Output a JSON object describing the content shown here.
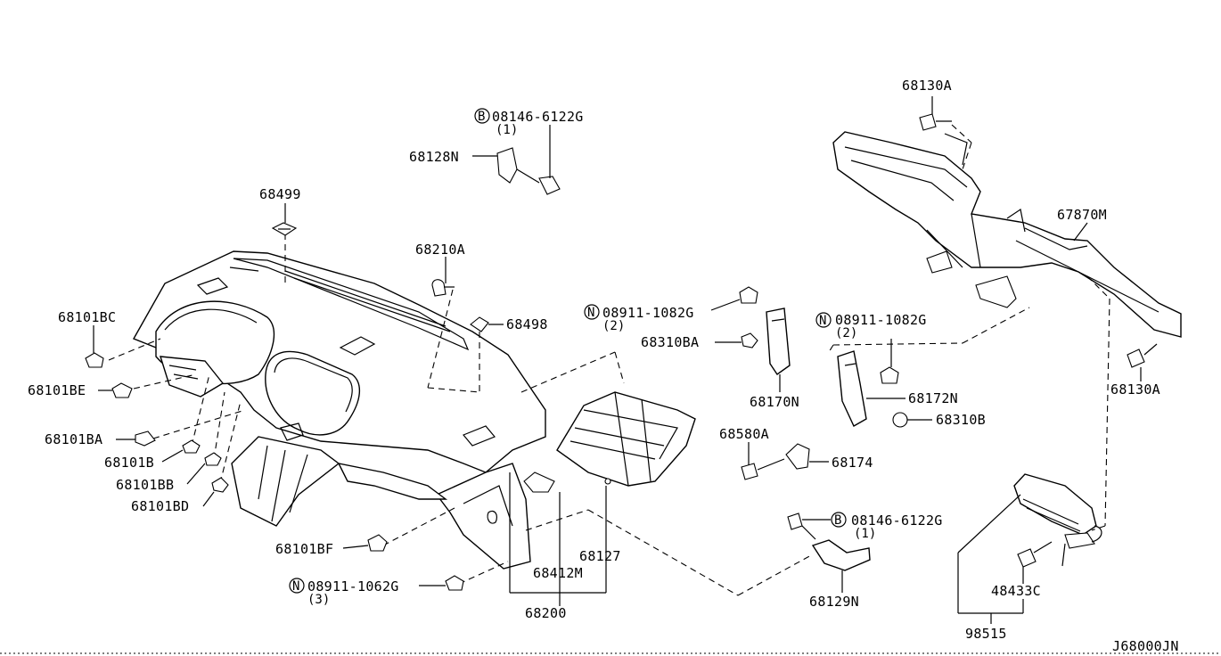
{
  "diagram_code": "J68000JN",
  "callouts": {
    "b_08146_top": "08146-6122G",
    "b_08146_top_qty": "(1)",
    "p68128N": "68128N",
    "p68499": "68499",
    "p68210A": "68210A",
    "p68498": "68498",
    "p68101BC": "68101BC",
    "p68101BE": "68101BE",
    "p68101BA": "68101BA",
    "p68101B": "68101B",
    "p68101BB": "68101BB",
    "p68101BD": "68101BD",
    "p68101BF": "68101BF",
    "n_08911_1062G": "08911-1062G",
    "n_08911_1062G_qty": "(3)",
    "p68412M": "68412M",
    "p68200": "68200",
    "p68127": "68127",
    "n_08911_1082G_mid": "08911-1082G",
    "n_08911_1082G_mid_qty": "(2)",
    "p68310BA": "68310BA",
    "p68170N": "68170N",
    "n_08911_1082G_right": "08911-1082G",
    "n_08911_1082G_right_qty": "(2)",
    "p68172N": "68172N",
    "p68310B": "68310B",
    "p68580A": "68580A",
    "p68174": "68174",
    "b_08146_bottom": "08146-6122G",
    "b_08146_bottom_qty": "(1)",
    "p68129N": "68129N",
    "p68130A_top": "68130A",
    "p67870M": "67870M",
    "p68130A_right": "68130A",
    "p48433C": "48433C",
    "p98515": "98515"
  },
  "symbols": {
    "bolt_marker": "B",
    "nut_marker": "N"
  }
}
